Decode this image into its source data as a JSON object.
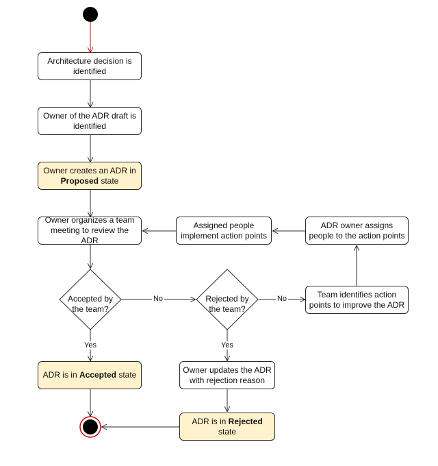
{
  "nodes": {
    "identified": [
      "Architecture decision is",
      "identified"
    ],
    "owner": [
      "Owner of the ADR draft is",
      "identified"
    ],
    "proposed": {
      "prefix": "Owner creates an ADR in",
      "bold": "Proposed",
      "suffix": " state"
    },
    "meeting": [
      "Owner organizes a team",
      "meeting to review the ADR"
    ],
    "implement": [
      "Assigned people",
      "implement action points"
    ],
    "assigns": [
      "ADR owner assigns",
      "people to the action points"
    ],
    "identify_actions": [
      "Team identifies action",
      "points to improve the ADR"
    ],
    "updates": [
      "Owner updates the ADR",
      "with rejection reason"
    ],
    "accepted_state": {
      "prefix": "ADR is in ",
      "bold": "Accepted",
      "suffix": " state"
    },
    "rejected_state": {
      "prefix": "ADR is in ",
      "bold": "Rejected",
      "suffix": " state"
    }
  },
  "decisions": {
    "accepted": [
      "Accepted by",
      "the team?"
    ],
    "rejected": [
      "Rejected by",
      "the team?"
    ]
  },
  "edge_labels": {
    "no1": "No",
    "no2": "No",
    "yes1": "Yes",
    "yes2": "Yes"
  },
  "colors": {
    "state_fill": "#fff2cc",
    "start_fill": "#000000",
    "start_edge": "#cc0000",
    "line": "#2b2b2b"
  }
}
